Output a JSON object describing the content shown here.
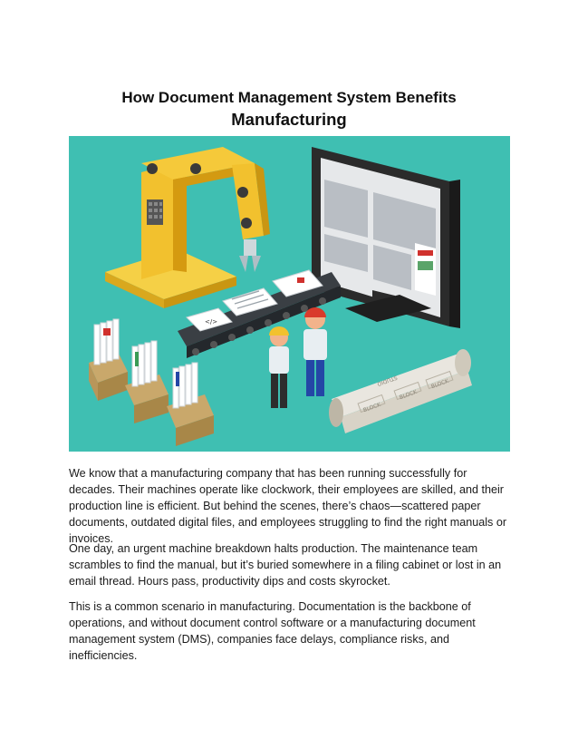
{
  "document": {
    "title_line1": "How Document Management System Benefits",
    "title_line2": "Manufacturing",
    "illustration": {
      "name": "manufacturing-dms-illustration",
      "background_color": "#3fbfb2",
      "block_labels": [
        "BLOCK",
        "BLOCK",
        "BLOCK",
        "STUDIO"
      ]
    },
    "paragraphs": [
      "We know that a manufacturing company that has been running successfully for decades. Their machines operate like clockwork, their employees are skilled, and their production line is efficient. But behind the scenes, there’s chaos—scattered paper documents, outdated digital files, and employees struggling to find the right manuals or invoices.",
      "One day, an urgent machine breakdown halts production. The maintenance team scrambles to find the manual, but it’s buried somewhere in a filing cabinet or lost in an email thread. Hours pass, productivity dips and costs skyrocket.",
      "This is a common scenario in manufacturing. Documentation is the backbone of operations, and without document control software or a manufacturing document management system (DMS), companies face delays, compliance risks, and inefficiencies."
    ]
  }
}
